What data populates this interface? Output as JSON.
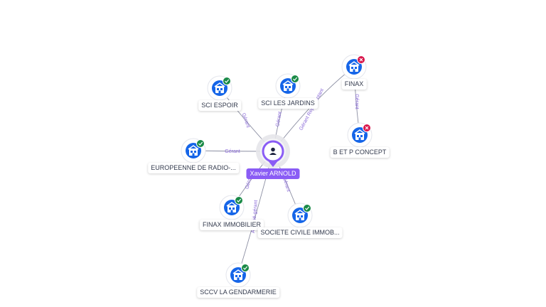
{
  "center": {
    "name": "Xavier ARNOLD",
    "icon": "person-icon"
  },
  "nodes": [
    {
      "id": "sci-espoir",
      "label": "SCI ESPOIR",
      "icon": "building-icon",
      "status": "active"
    },
    {
      "id": "sci-les-jardins",
      "label": "SCI LES JARDINS",
      "icon": "building-icon",
      "status": "active"
    },
    {
      "id": "finax",
      "label": "FINAX",
      "icon": "building-icon",
      "status": "closed"
    },
    {
      "id": "b-et-p-concept",
      "label": "B ET P CONCEPT",
      "icon": "building-icon",
      "status": "closed"
    },
    {
      "id": "europeenne",
      "label": "EUROPEENNE DE RADIO-...",
      "icon": "building-icon",
      "status": "active"
    },
    {
      "id": "finax-immobilier",
      "label": "FINAX IMMOBILIER",
      "icon": "building-icon",
      "status": "active"
    },
    {
      "id": "societe-civile",
      "label": "SOCIETE CIVILE IMMOB...",
      "icon": "building-icon",
      "status": "active"
    },
    {
      "id": "sccv-gendarmerie",
      "label": "SCCV LA GENDARMERIE",
      "icon": "building-icon",
      "status": "active"
    }
  ],
  "edges": [
    {
      "from": "center",
      "to": "sci-espoir",
      "label": "Gérant"
    },
    {
      "from": "center",
      "to": "sci-les-jardins",
      "label": "Gérant"
    },
    {
      "from": "center",
      "to": "finax",
      "label": "Gérant Représentant"
    },
    {
      "from": "finax",
      "to": "b-et-p-concept",
      "label": "Gérant"
    },
    {
      "from": "center",
      "to": "europeenne",
      "label": "Gérant"
    },
    {
      "from": "center",
      "to": "finax-immobilier",
      "label": "Gérant"
    },
    {
      "from": "center",
      "to": "societe-civile",
      "label": "Gérant"
    },
    {
      "from": "center",
      "to": "sccv-gendarmerie",
      "label": "Associé-gérant"
    }
  ],
  "colors": {
    "company_icon": "#1565e8",
    "active_badge": "#1a8a47",
    "closed_badge": "#d9164b",
    "center_accent": "#8a5cf5",
    "edge": "#8c8fa3",
    "edge_label": "#8a6ad8"
  }
}
